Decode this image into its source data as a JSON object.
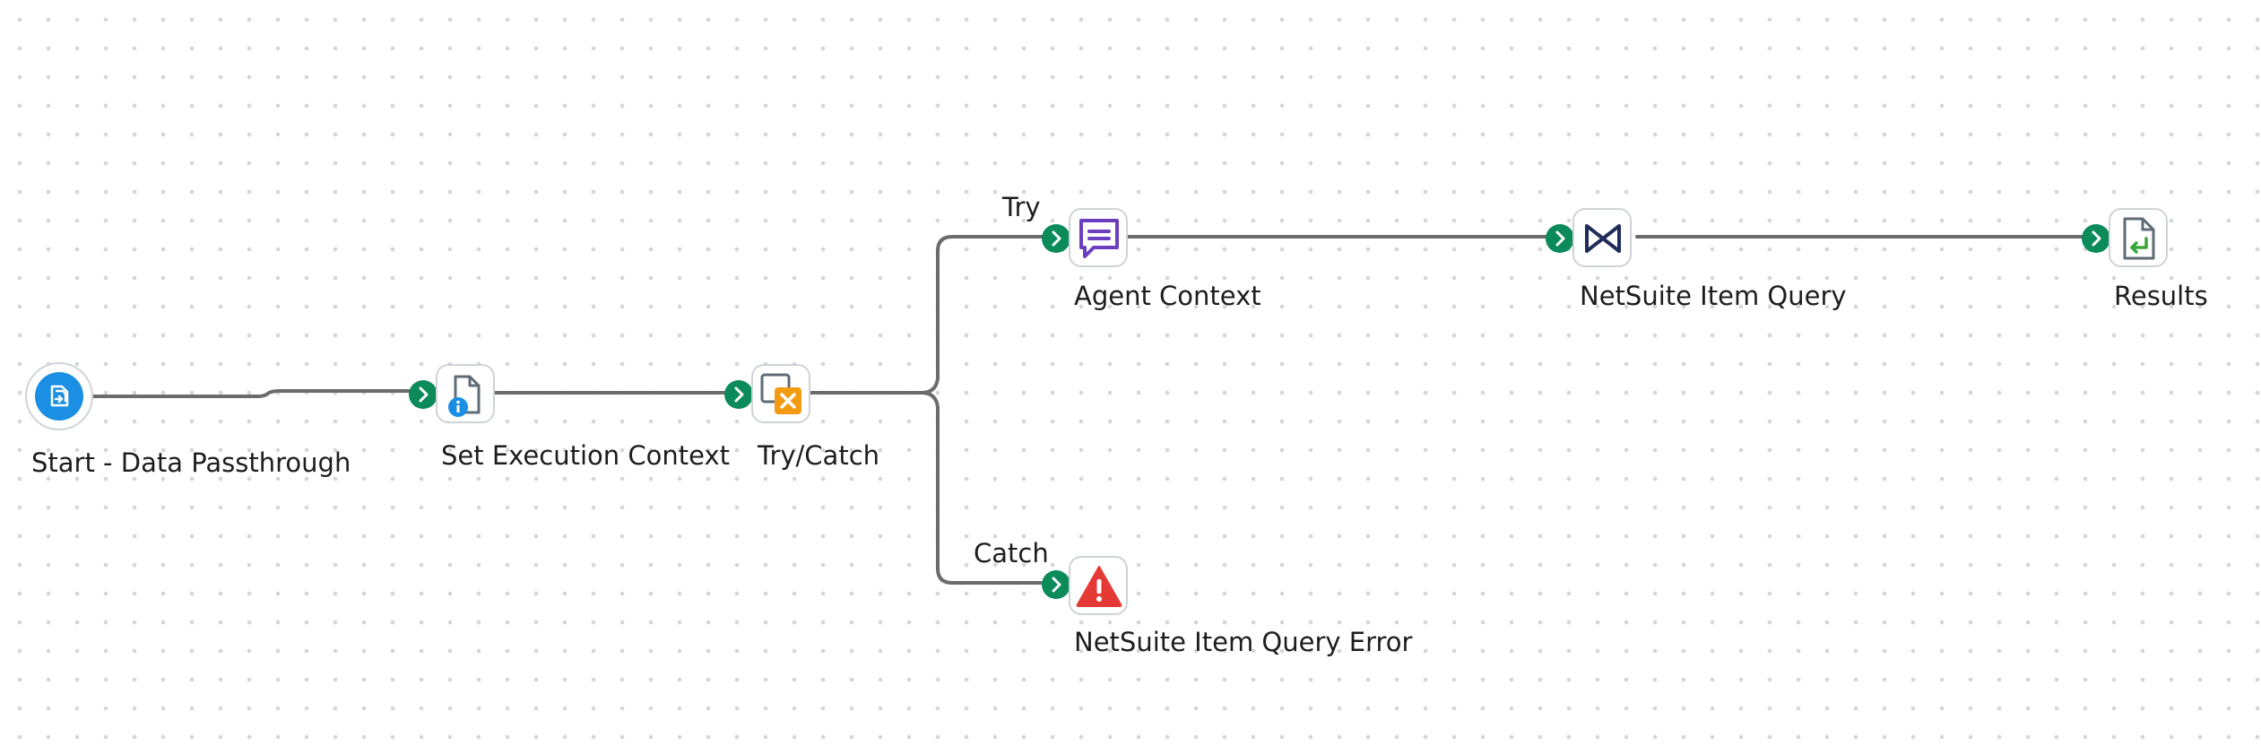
{
  "nodes": {
    "start": {
      "label": "Start - Data Passthrough",
      "icon": "data-passthrough-icon"
    },
    "set_context": {
      "label": "Set Execution Context",
      "icon": "info-document-icon"
    },
    "try_catch": {
      "label": "Try/Catch",
      "icon": "try-catch-icon"
    },
    "agent_context": {
      "label": "Agent Context",
      "icon": "chat-message-icon"
    },
    "item_query": {
      "label": "NetSuite Item Query",
      "icon": "netsuite-icon"
    },
    "results": {
      "label": "Results",
      "icon": "document-return-icon"
    },
    "query_error": {
      "label": "NetSuite Item Query Error",
      "icon": "warning-icon"
    }
  },
  "branches": {
    "try": "Try",
    "catch": "Catch"
  },
  "colors": {
    "connector": "#6b6b6b",
    "port": "#0b8a5a",
    "start_icon": "#1a8fe3",
    "agent_icon": "#6b3fc0",
    "netsuite_icon": "#1f2d5a",
    "error_icon": "#e53935",
    "try_catch_icon": "#f39c12",
    "results_icon": "#3aa53a"
  }
}
